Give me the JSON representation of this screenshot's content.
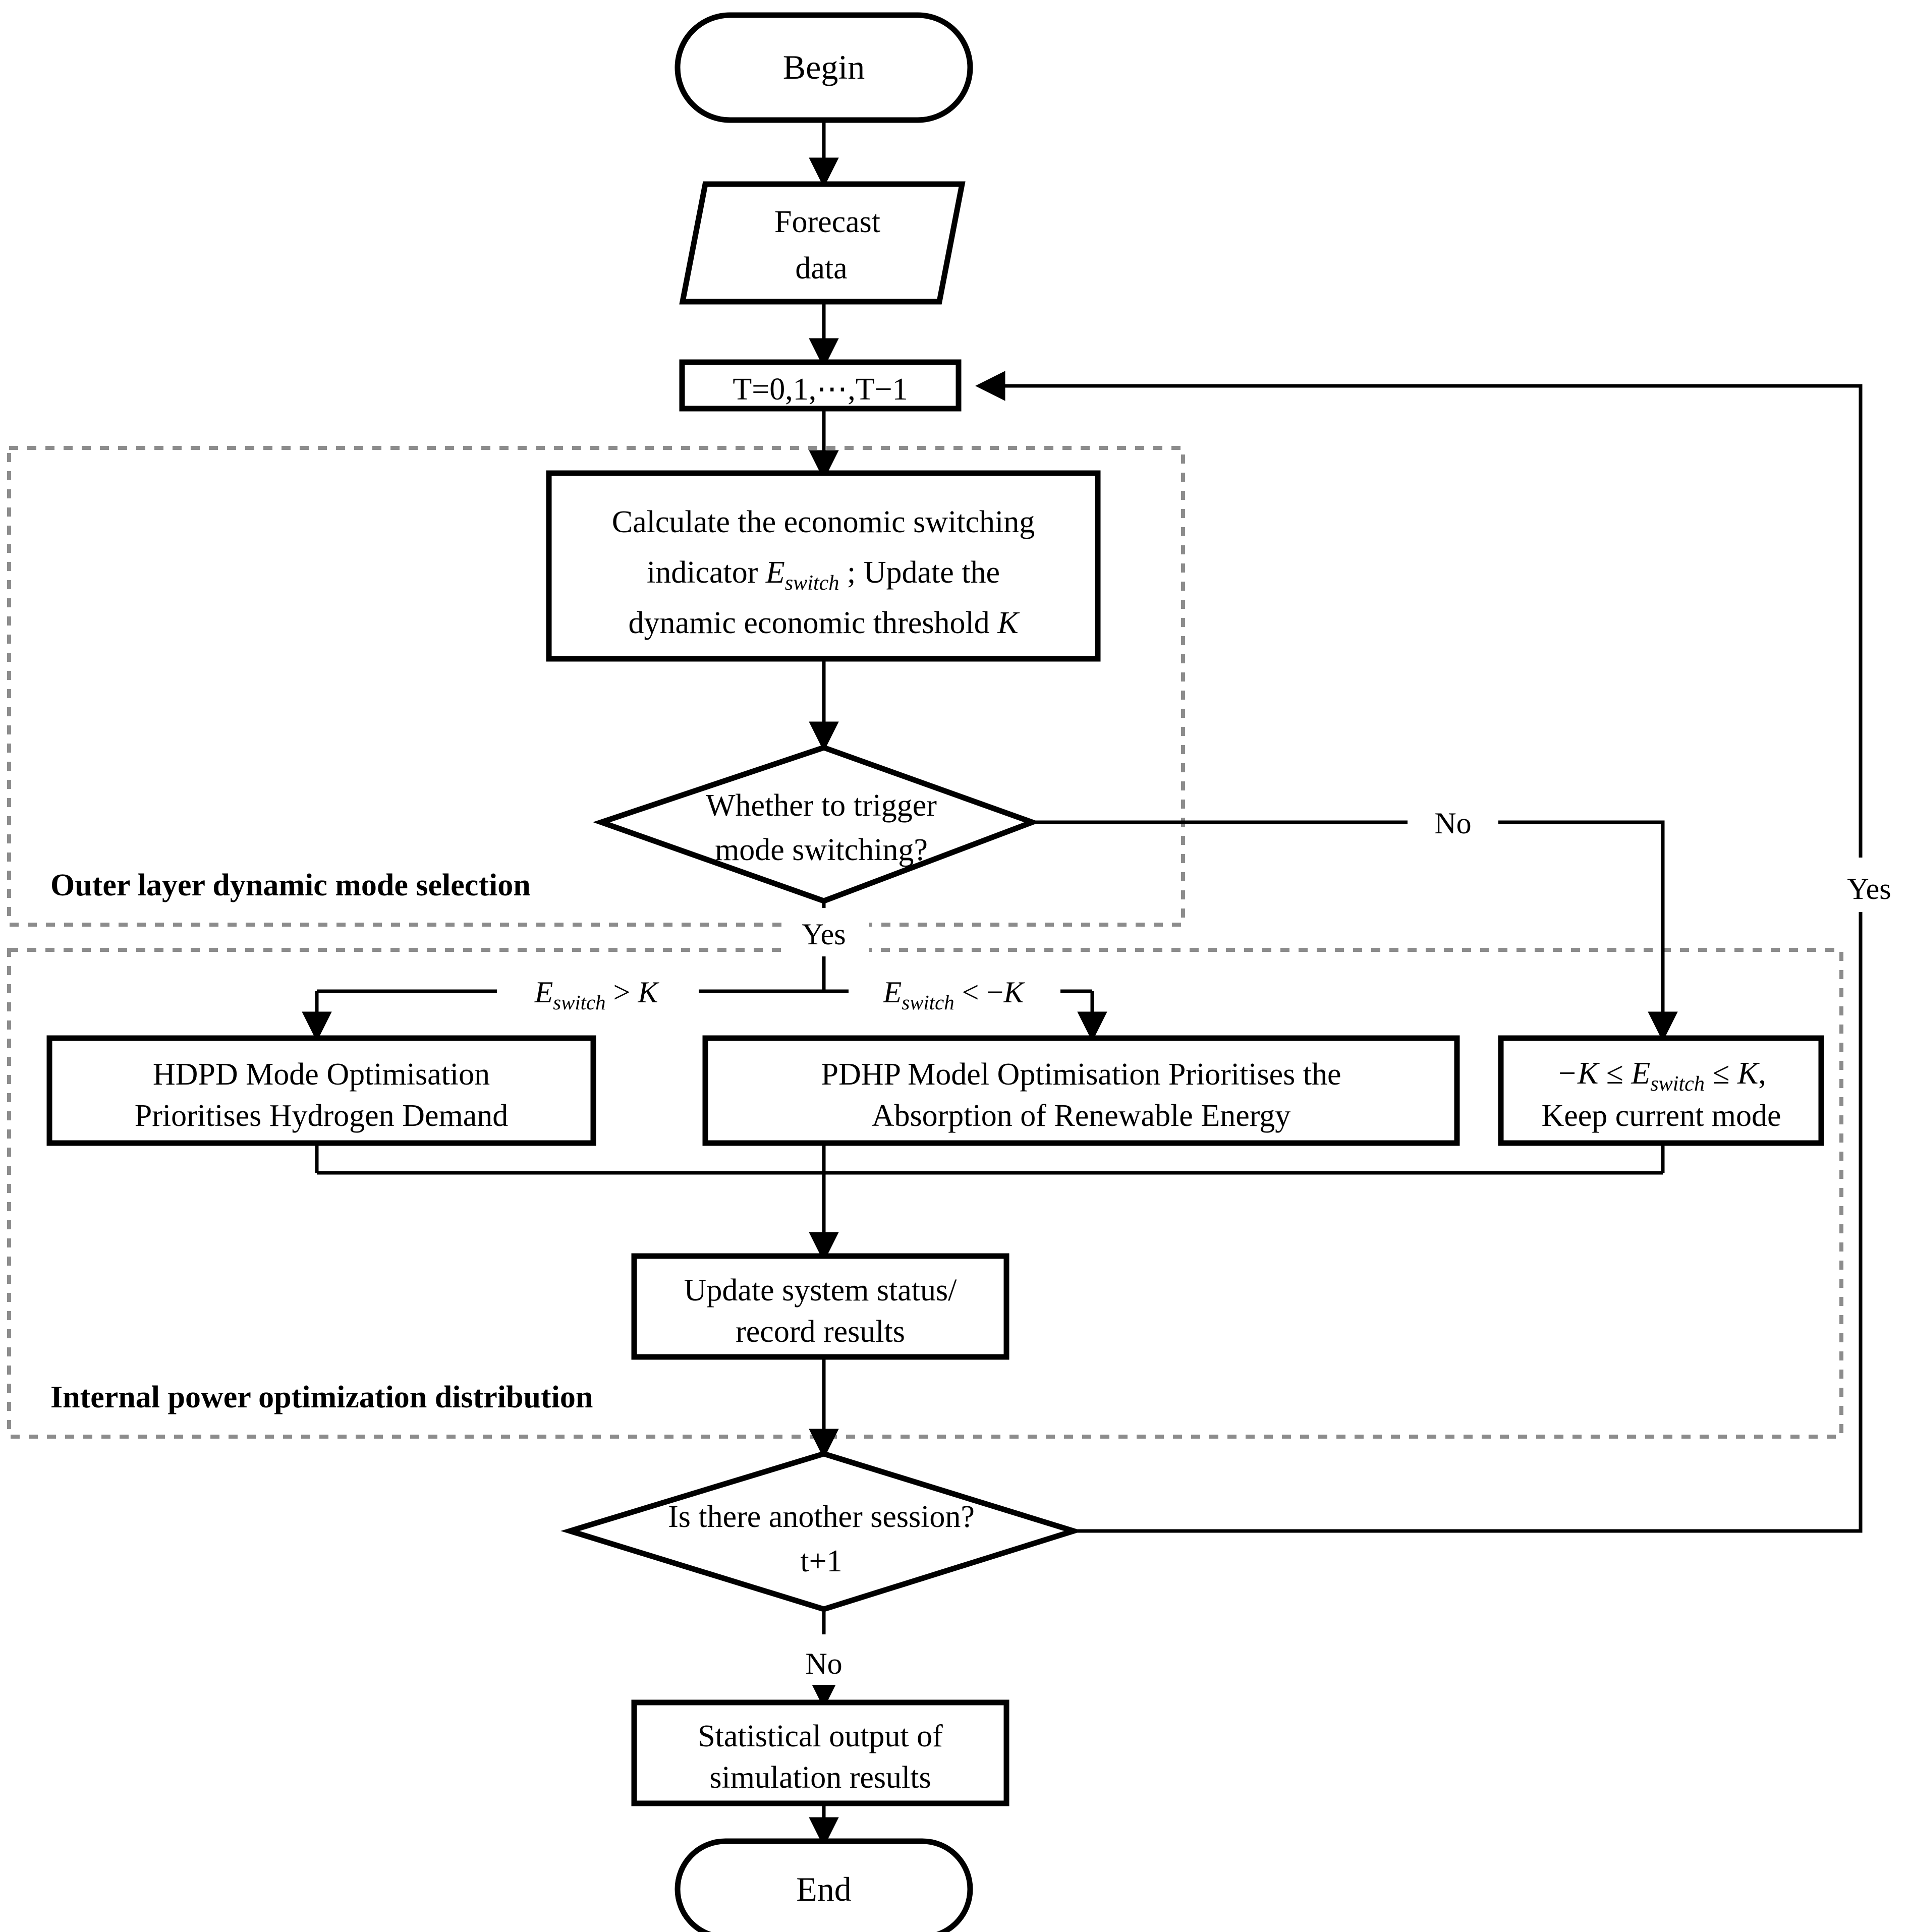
{
  "diagram": {
    "title": "Dual-layer dynamic mode selection and power optimisation flowchart",
    "colors": {
      "stroke": "#000000",
      "fill": "#ffffff",
      "zone_border": "#8c8c8c",
      "background": "#ffffff"
    }
  },
  "nodes": {
    "begin": {
      "label": "Begin",
      "shape": "terminator"
    },
    "forecast": {
      "line1": "Forecast",
      "line2": "data",
      "shape": "data-parallelogram"
    },
    "loop": {
      "label": "T=0,1,⋯,T−1",
      "shape": "process"
    },
    "calculate": {
      "line1": "Calculate the economic switching",
      "line2_a": "indicator ",
      "line2_sym": "E",
      "line2_sub": "switch",
      "line2_b": " ; Update the",
      "line3_a": "dynamic economic threshold ",
      "line3_sym": "K",
      "shape": "process"
    },
    "decision_switch": {
      "line1": "Whether to trigger",
      "line2": "mode switching?",
      "shape": "decision"
    },
    "hdpd": {
      "line1": "HDPD Mode Optimisation",
      "line2": "Prioritises Hydrogen Demand",
      "shape": "process"
    },
    "pdhp": {
      "line1": "PDHP Model Optimisation Prioritises the",
      "line2": "Absorption of Renewable Energy",
      "shape": "process"
    },
    "keep": {
      "line1_a": "−",
      "line1_K1": "K",
      "line1_b": " ≤ ",
      "line1_sym": "E",
      "line1_sub": "switch",
      "line1_c": " ≤ ",
      "line1_K2": "K",
      "line1_d": ",",
      "line2": "Keep current mode",
      "shape": "process"
    },
    "update": {
      "line1": "Update system status/",
      "line2": "record results",
      "shape": "process"
    },
    "decision_session": {
      "line1": "Is there another session?",
      "line2": "t+1",
      "shape": "decision"
    },
    "statistical": {
      "line1": "Statistical output of",
      "line2": "simulation results",
      "shape": "process"
    },
    "end": {
      "label": "End",
      "shape": "terminator"
    }
  },
  "zones": [
    {
      "id": "outer-layer",
      "label": "Outer layer dynamic mode selection"
    },
    {
      "id": "internal-power",
      "label": "Internal power optimization distribution"
    }
  ],
  "edge_labels": {
    "no_switch": "No",
    "yes_switch": "Yes",
    "yes_loop": "Yes",
    "no_session": "No",
    "gt_K": {
      "sym": "E",
      "sub": "switch",
      "op": " > ",
      "rhs": "K"
    },
    "lt_negK": {
      "sym": "E",
      "sub": "switch",
      "op": " < −",
      "rhs": "K"
    }
  }
}
